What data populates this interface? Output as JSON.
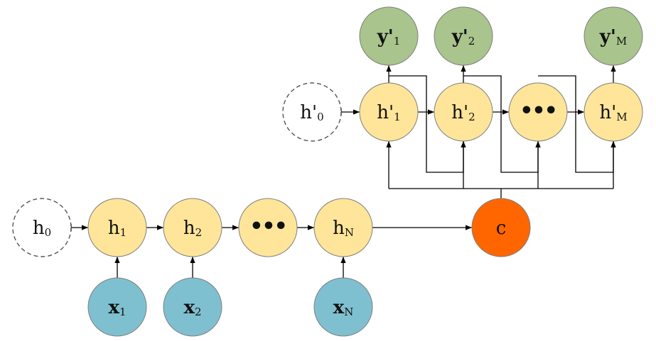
{
  "colors": {
    "hidden": "#FFE599",
    "hidden_stroke": "#7F7F7F",
    "input": "#7FC0D0",
    "output": "#A9C48C",
    "context": "#FF6600",
    "initial_stroke": "#555555"
  },
  "encoder": {
    "initial": {
      "main": "h",
      "sub": "0"
    },
    "states": [
      {
        "main": "h",
        "sub": "1"
      },
      {
        "main": "h",
        "sub": "2"
      },
      {
        "main": "•••",
        "sub": ""
      },
      {
        "main": "h",
        "sub": "N"
      }
    ],
    "inputs": [
      {
        "main": "x",
        "sub": "1"
      },
      {
        "main": "x",
        "sub": "2"
      },
      {
        "main": "x",
        "sub": "N"
      }
    ]
  },
  "context": {
    "main": "c"
  },
  "decoder": {
    "initial": {
      "main": "h'",
      "sub": "0"
    },
    "states": [
      {
        "main": "h'",
        "sub": "1"
      },
      {
        "main": "h'",
        "sub": "2"
      },
      {
        "main": "•••",
        "sub": ""
      },
      {
        "main": "h'",
        "sub": "M"
      }
    ],
    "outputs": [
      {
        "main": "y'",
        "sub": "1"
      },
      {
        "main": "y'",
        "sub": "2"
      },
      {
        "main": "y'",
        "sub": "M"
      }
    ]
  }
}
